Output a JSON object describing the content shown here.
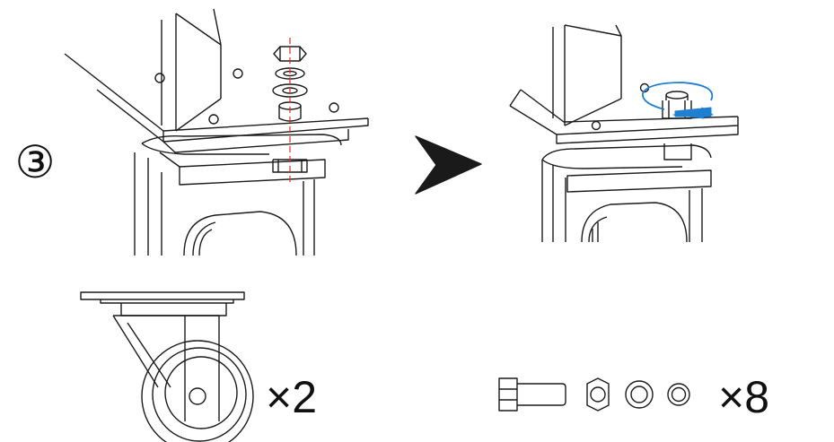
{
  "step": {
    "number": "③"
  },
  "parts": {
    "caster_quantity": "×2",
    "hardware_quantity": "×8"
  },
  "colors": {
    "line": "#1a1a1a",
    "axis": "#e0301e",
    "rotation_arrow": "#1f7fd1",
    "direction_arrow": "#1a1a1a"
  },
  "icons": [
    "caster-wheel",
    "hex-bolt",
    "hex-nut",
    "flat-washer",
    "spring-washer",
    "next-step-arrow",
    "tighten-rotation-arrow"
  ]
}
